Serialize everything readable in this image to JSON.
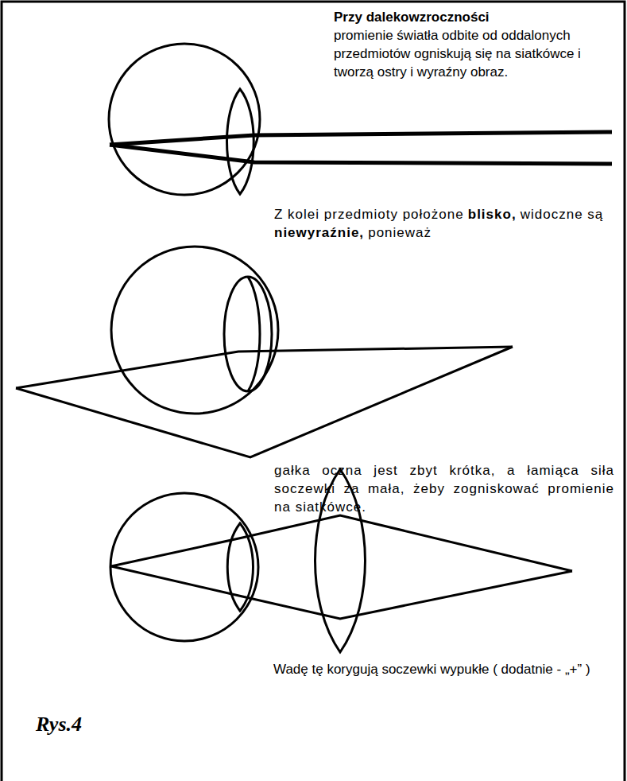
{
  "diagram": {
    "title": "Przy dalekowzroczności",
    "caption": "Rys.4",
    "labels": [
      "promienie światła odbite od oddalonych przedmiotów ogniskują się na siatkówce i tworzą ostry i wyraźny obraz.",
      "Z kolei przedmioty położone",
      "blisko,",
      "widoczne są",
      "niewyraźnie,",
      "ponieważ",
      "gałka oczna jest zbyt krótka, a łamiąca siła soczewki za mała, żeby zogniskować promienie na siatkówce.",
      "Wadę tę korygują soczewki wypukłe ( dodatnie - „+” )"
    ]
  }
}
